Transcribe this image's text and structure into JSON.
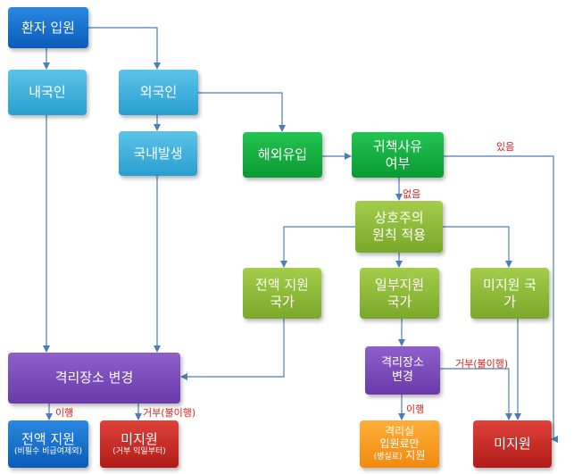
{
  "nodes": {
    "admission": "환자 입원",
    "domestic": "내국인",
    "foreigner": "외국인",
    "local_origin": "국내발생",
    "overseas_inflow": "해외유입",
    "fault_reason_l1": "귀책사유",
    "fault_reason_l2": "여부",
    "reciprocity_l1": "상호주의",
    "reciprocity_l2": "원칙 적용",
    "full_support_l1": "전액 지원",
    "full_support_l2": "국가",
    "partial_support_l1": "일부지원",
    "partial_support_l2": "국가",
    "no_support_country_l1": "미지원 국",
    "no_support_country_l2": "가",
    "isolation_change_main": "격리장소 변경",
    "isolation_change_small_l1": "격리장소",
    "isolation_change_small_l2": "변경",
    "full_support": "전액 지원",
    "full_support_note": "(비필수 비급여제외)",
    "no_support_left": "미지원",
    "no_support_left_note": "(거부 익일부터)",
    "isolation_room_l1": "격리실",
    "isolation_room_l2": "입원료만",
    "isolation_room_l3a": "(병실료)",
    "isolation_room_l3b": "지원",
    "no_support_right": "미지원"
  },
  "labels": {
    "exists": "있음",
    "none": "없음",
    "comply_left": "이행",
    "refuse_left": "거부(불이행)",
    "refuse_right": "거부(불이행)",
    "comply_right": "이행"
  },
  "colors": {
    "dark_blue": "#0a5cb8",
    "light_blue": "#2a9fd0",
    "green": "#0a9a33",
    "yellow_green": "#7ba82a",
    "purple": "#6a3aa8",
    "red": "#b01c18",
    "orange": "#f08a10",
    "arrow": "#4a7ebb",
    "label_red": "#e0201a"
  }
}
